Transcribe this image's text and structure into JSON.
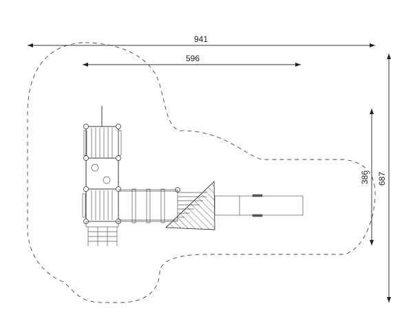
{
  "dimensions": {
    "overall_width": "941",
    "structure_width": "596",
    "structure_depth": "386",
    "overall_depth": "687"
  },
  "colors": {
    "line": "#333333",
    "background": "#ffffff"
  }
}
